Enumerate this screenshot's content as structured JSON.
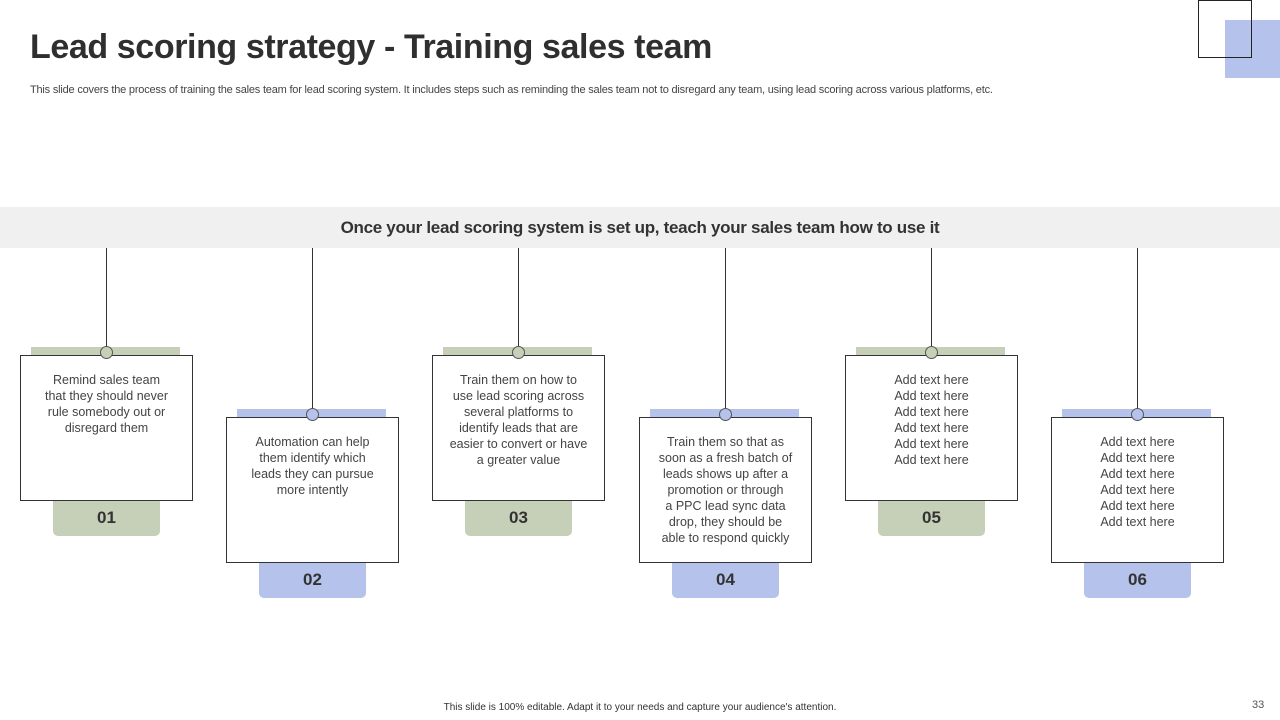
{
  "slide": {
    "title": "Lead scoring strategy - Training sales team",
    "subtitle": "This slide covers the process of training the sales team for lead scoring system. It includes steps such as reminding the sales team not to disregard any team, using lead scoring across various platforms, etc.",
    "banner": "Once your lead scoring system is set up, teach your sales team how to use it",
    "footer": "This slide is 100% editable. Adapt it to your needs and capture your audience's attention.",
    "page_number": "33"
  },
  "colors": {
    "green": "#c6d0b8",
    "blue": "#b4c2ec",
    "banner": "#f0f0f0",
    "deco": "#b4c2ec"
  },
  "steps": [
    {
      "number": "01",
      "accent": "green",
      "lines": [
        "Remind sales team",
        "that they should never",
        "rule somebody out or",
        "disregard them"
      ]
    },
    {
      "number": "02",
      "accent": "blue",
      "lines": [
        "Automation can help",
        "them identify which",
        "leads they can pursue",
        "more intently"
      ]
    },
    {
      "number": "03",
      "accent": "green",
      "lines": [
        "Train them on how to",
        "use lead scoring across",
        "several platforms to",
        "identify leads that are",
        "easier to convert or have",
        "a greater value"
      ]
    },
    {
      "number": "04",
      "accent": "blue",
      "lines": [
        "Train them so that as",
        "soon as a fresh batch of",
        "leads shows up after a",
        "promotion or through",
        "a PPC lead sync data",
        "drop, they should be",
        "able to respond quickly"
      ]
    },
    {
      "number": "05",
      "accent": "green",
      "lines": [
        "Add text here",
        "Add text here",
        "Add text here",
        "Add text here",
        "Add text here",
        "Add text here"
      ]
    },
    {
      "number": "06",
      "accent": "blue",
      "lines": [
        "Add text here",
        "Add text here",
        "Add text here",
        "Add text here",
        "Add text here",
        "Add text here"
      ]
    }
  ]
}
